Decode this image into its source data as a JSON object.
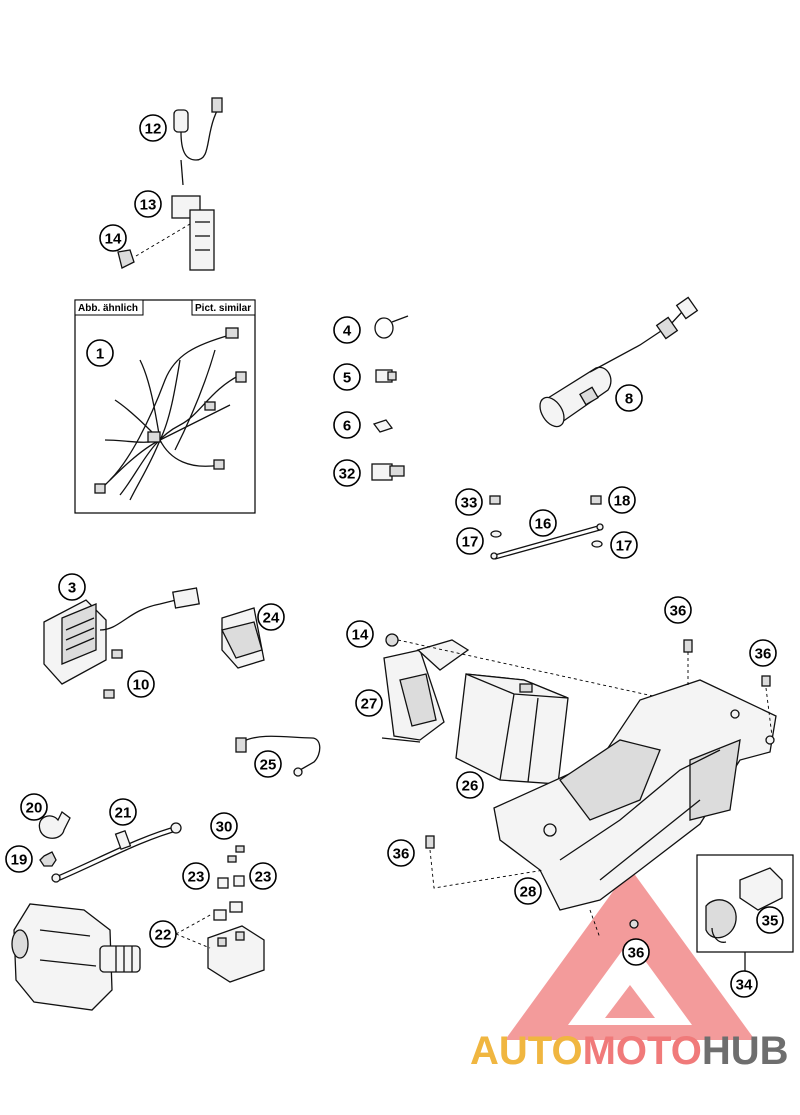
{
  "inset_box": {
    "label_left": "Abb. ähnlich",
    "label_right": "Pict. similar"
  },
  "callouts": {
    "c12": "12",
    "c13": "13",
    "c14a": "14",
    "c1": "1",
    "c4": "4",
    "c5": "5",
    "c6": "6",
    "c32": "32",
    "c8": "8",
    "c33": "33",
    "c18": "18",
    "c16": "16",
    "c17a": "17",
    "c17b": "17",
    "c3": "3",
    "c24": "24",
    "c10": "10",
    "c14b": "14",
    "c36a": "36",
    "c36b": "36",
    "c27": "27",
    "c26": "26",
    "c25": "25",
    "c20": "20",
    "c21": "21",
    "c19": "19",
    "c30": "30",
    "c23a": "23",
    "c23b": "23",
    "c22": "22",
    "c36c": "36",
    "c28": "28",
    "c36d": "36",
    "c35": "35",
    "c34": "34"
  },
  "watermark": {
    "part1": "AUTO",
    "part2": "MOTO",
    "part3": "HUB"
  },
  "colors": {
    "watermark_orange": "#f0b640",
    "watermark_red": "#f07a7a",
    "watermark_gray": "#6e6e6e",
    "line": "#000000"
  }
}
